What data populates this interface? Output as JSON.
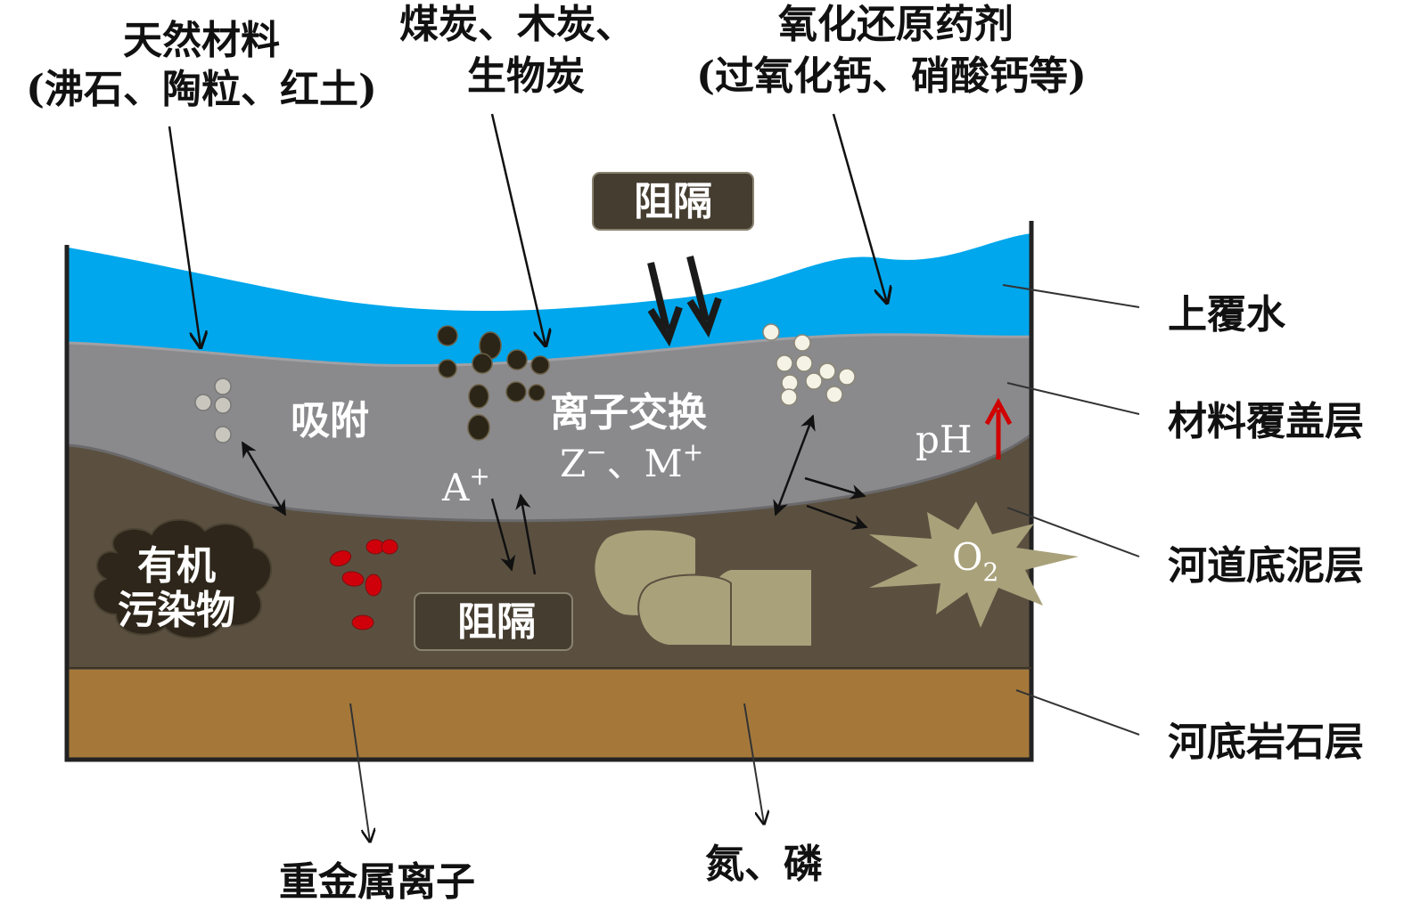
{
  "labels": {
    "natural_materials": "天然材料",
    "natural_examples": "(沸石、陶粒、红土)",
    "carbon_line1": "煤炭、木炭、",
    "carbon_line2": "生物炭",
    "redox_agents": "氧化还原药剂",
    "redox_examples": "(过氧化钙、硝酸钙等)",
    "barrier_top": "阻隔",
    "barrier_bottom": "阻隔",
    "adsorption": "吸附",
    "ion_exchange": "离子交换",
    "ion_z": "Z",
    "ion_z_sup": "−",
    "ion_sep": "、",
    "ion_m": "M",
    "ion_m_sup": "+",
    "cation_a": "A",
    "cation_a_sup": "+",
    "ph": "pH",
    "oxygen": "O",
    "oxygen_sub": "2",
    "organic_line1": "有机",
    "organic_line2": "污染物",
    "heavy_metals": "重金属离子",
    "nitrogen_phosphorus": "氮、磷"
  },
  "layers": [
    {
      "name": "上覆水",
      "color": "#00a7ec"
    },
    {
      "name": "材料覆盖层",
      "color": "#8a8a8c"
    },
    {
      "name": "河道底泥层",
      "color": "#5b5040"
    },
    {
      "name": "河底岩石层",
      "color": "#a5783a"
    }
  ],
  "colors": {
    "barrier_box": "#453d30",
    "carbon_particle": "#2b2518",
    "pollutant_red": "#d0000a",
    "ph_arrow": "#d00000",
    "sediment_blob": "#a9a17a"
  },
  "icons": {
    "organic": "cloud-shape",
    "oxygen": "starburst-shape",
    "ph_trend": "up-arrow-icon"
  }
}
